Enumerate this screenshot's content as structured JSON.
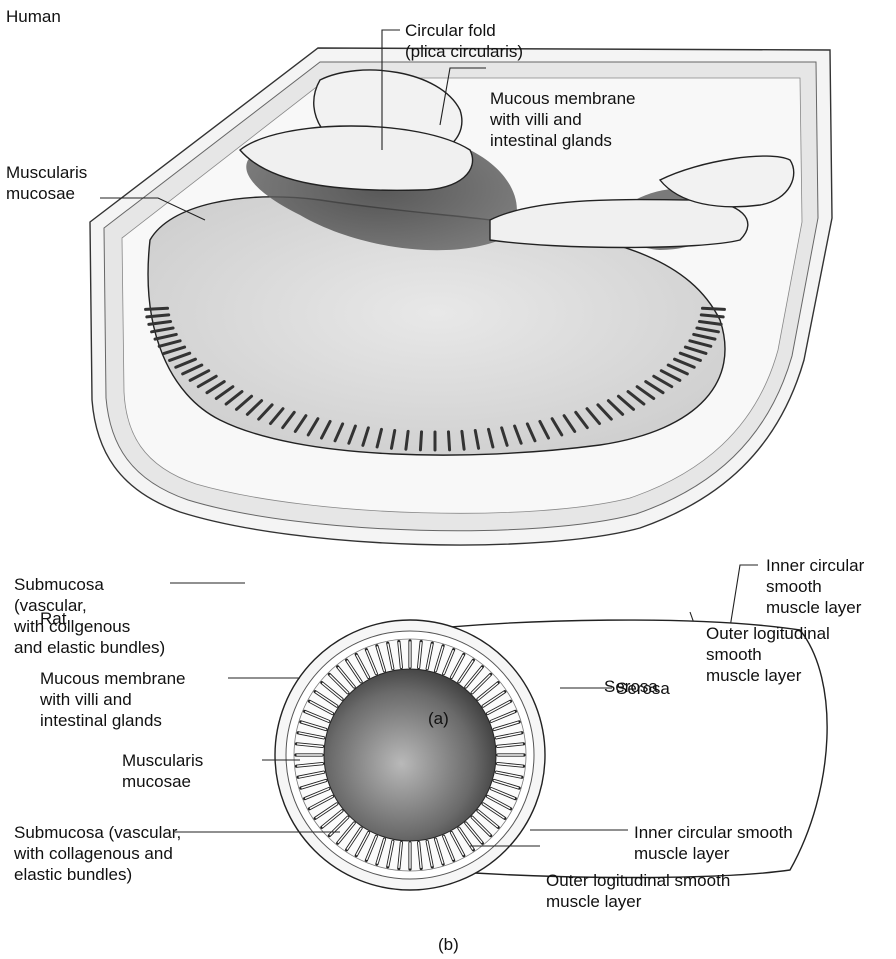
{
  "panel_a": {
    "species": "Human",
    "caption": "(a)",
    "labels": {
      "circular_fold": [
        "Circular fold",
        "(plica circularis)"
      ],
      "mucous_membrane": [
        "Mucous membrane",
        "with villi and",
        "intestinal glands"
      ],
      "muscularis_mucosae": [
        "Muscularis",
        "mucosae"
      ],
      "submucosa": [
        "Submucosa",
        "(vascular,",
        "with collgenous",
        "and elastic bundles)"
      ],
      "inner_circular": [
        "Inner circular",
        "smooth",
        "muscle layer"
      ],
      "outer_longitudinal": [
        "Outer logitudinal",
        "smooth",
        "muscle layer"
      ],
      "serosa": [
        "Serosa"
      ]
    }
  },
  "panel_b": {
    "species": "Rat",
    "caption": "(b)",
    "labels": {
      "mucous_membrane": [
        "Mucous membrane",
        "with villi and",
        "intestinal glands"
      ],
      "muscularis_mucosae": [
        "Muscularis",
        "mucosae"
      ],
      "submucosa": [
        "Submucosa (vascular,",
        "with collagenous and",
        "elastic bundles)"
      ],
      "serosa": [
        "Serosa"
      ],
      "inner_circular": [
        "Inner circular smooth",
        "muscle layer"
      ],
      "outer_longitudinal": [
        "Outer logitudinal smooth",
        "muscle layer"
      ]
    }
  }
}
